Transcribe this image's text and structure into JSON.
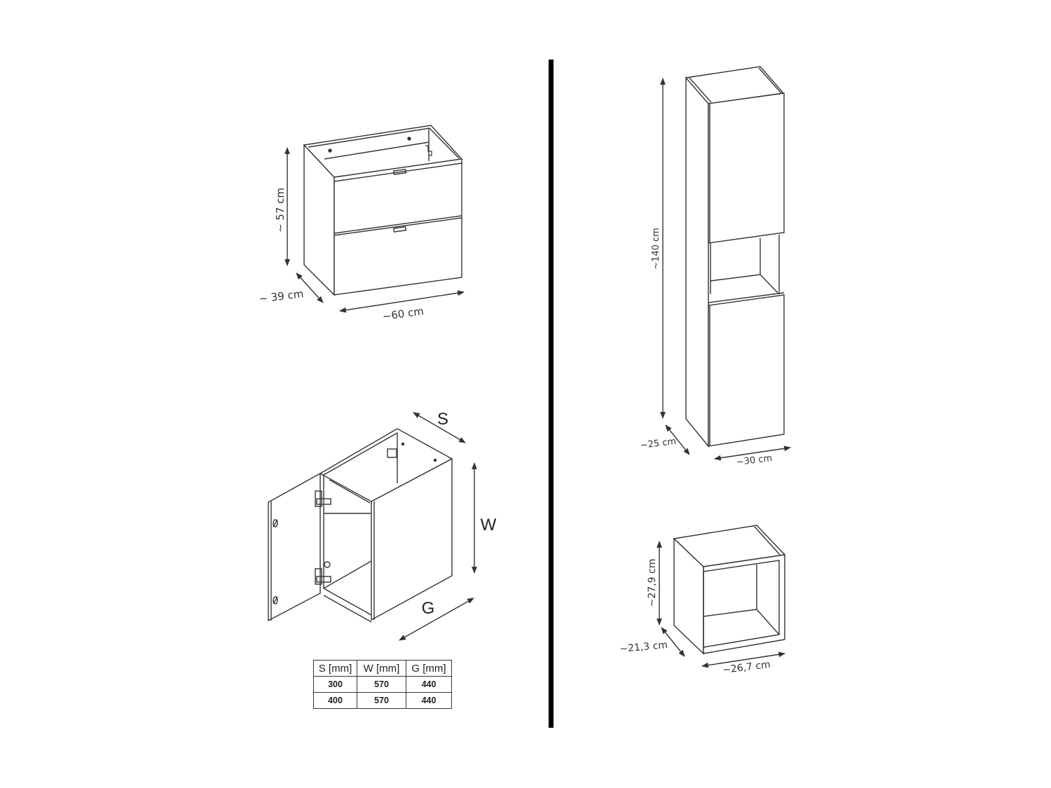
{
  "vanity_cabinet": {
    "height_label": "~ 57 cm",
    "depth_label": "~ 39 cm",
    "width_label": "~60 cm"
  },
  "base_cabinet": {
    "depth_label": "S",
    "height_label": "W",
    "width_label": "G",
    "spec_table": {
      "headers": [
        "S [mm]",
        "W [mm]",
        "G [mm]"
      ],
      "rows": [
        [
          "300",
          "570",
          "440"
        ],
        [
          "400",
          "570",
          "440"
        ]
      ]
    }
  },
  "tall_cabinet": {
    "height_label": "~140 cm",
    "depth_label": "~25 cm",
    "width_label": "~30 cm"
  },
  "cube_shelf": {
    "height_label": "~27,9 cm",
    "depth_label": "~21,3 cm",
    "width_label": "~26,7 cm"
  },
  "colors": {
    "line": "#333333",
    "divider": "#000000",
    "background": "#ffffff"
  }
}
